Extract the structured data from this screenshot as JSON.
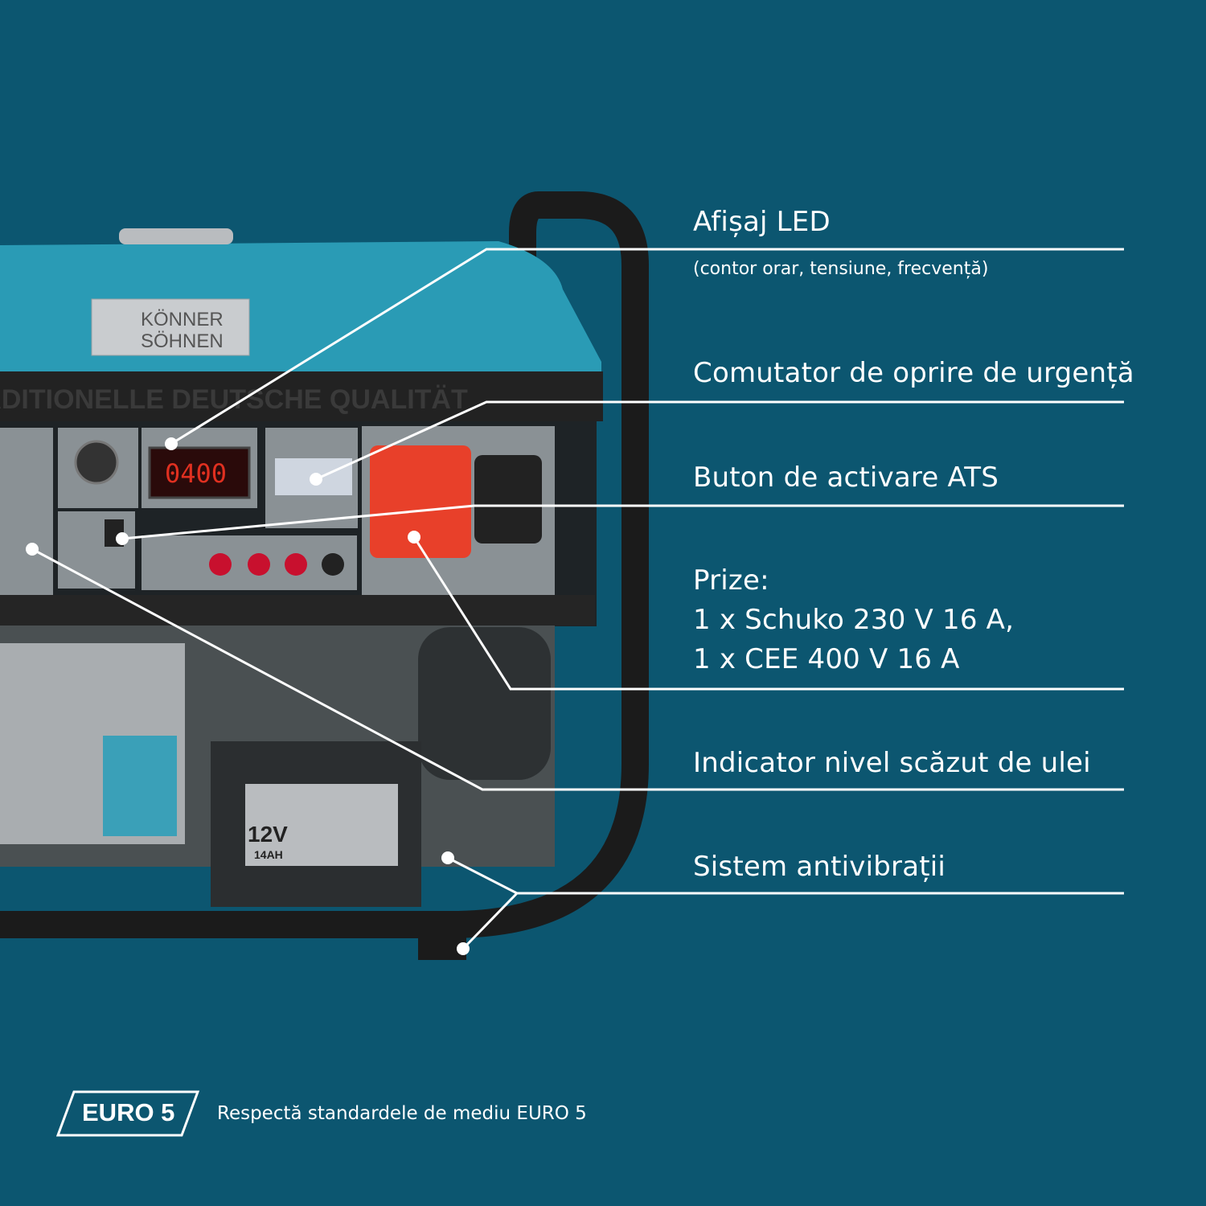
{
  "product": {
    "brand_logo_text": "KÖNNER SÖHNEN",
    "panel_banner": "TRADITIONELLE DEUTSCHE QUALITÄT",
    "display_reading": "0400",
    "battery_label": "12V",
    "battery_capacity": "14AH"
  },
  "callouts": [
    {
      "title": "Afișaj LED",
      "subtitle": "(contor orar, tensiune, frecvență)"
    },
    {
      "title": "Comutator de oprire de urgență"
    },
    {
      "title": "Buton de activare ATS"
    },
    {
      "title": "Prize:",
      "lines": [
        "1 x Schuko 230 V 16 A,",
        "1 x CEE 400 V 16 A"
      ]
    },
    {
      "title": "Indicator nivel scăzut de ulei"
    },
    {
      "title": "Sistem antivibrații"
    }
  ],
  "footer": {
    "badge": "EURO 5",
    "description": "Respectă standardele de mediu EURO 5"
  },
  "colors": {
    "background": "#0c5670",
    "tank": "#2a9bb5",
    "cee_socket": "#e8402a"
  }
}
